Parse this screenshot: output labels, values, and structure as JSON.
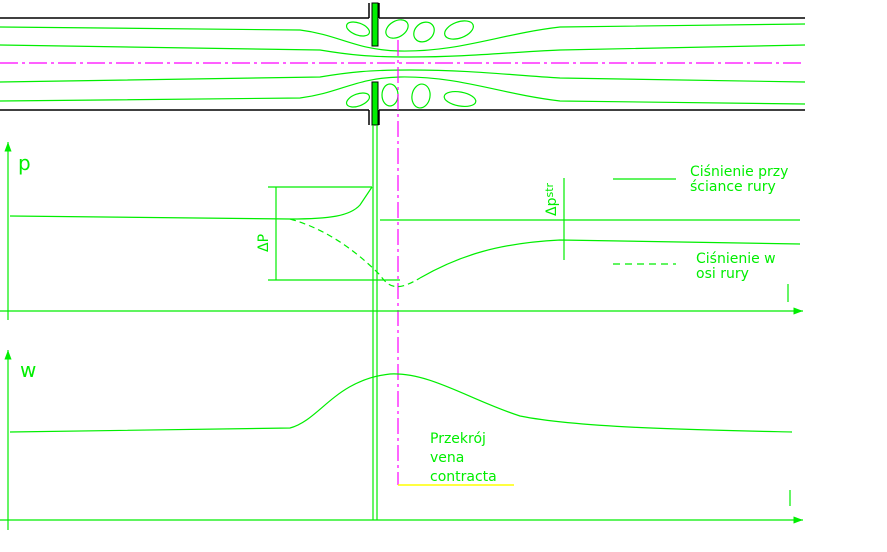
{
  "labels": {
    "pressure_axis": "p",
    "velocity_axis": "w",
    "length_axis_top": "l",
    "length_axis_bottom": "l",
    "delta_p": "ΔP",
    "delta_p_str": "Δp",
    "delta_p_str_sub": "str",
    "legend_wall_line1": "Ciśnienie przy",
    "legend_wall_line2": "ściance rury",
    "legend_axis_line1": "Ciśnienie w",
    "legend_axis_line2": "osi rury",
    "section_line1": "Przekrój",
    "section_line2": "vena",
    "section_line3": "contracta"
  },
  "colors": {
    "lines": "#00ee00",
    "centerline": "#ff00ff",
    "pipe_wall": "#000000",
    "section_marker": "#ffff00"
  }
}
